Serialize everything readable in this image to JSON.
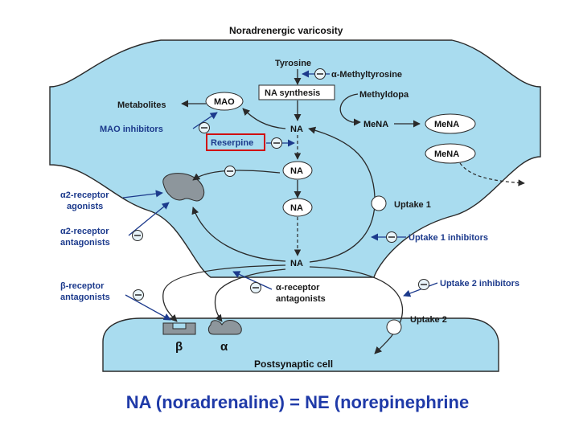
{
  "diagram": {
    "title": "Noradrenergic varicosity",
    "postsynaptic_label": "Postsynaptic cell",
    "tyrosine": "Tyrosine",
    "methyltyrosine": "α-Methyltyrosine",
    "methyldopa": "Methyldopa",
    "na_synthesis": "NA synthesis",
    "metabolites": "Metabolites",
    "mao": "MAO",
    "mao_inhibitors": "MAO inhibitors",
    "na": "NA",
    "mena": "MeNA",
    "reserpine": "Reserpine",
    "a2_agonists_l1": "α2-receptor",
    "a2_agonists_l2": "agonists",
    "a2_antagonists_l1": "α2-receptor",
    "a2_antagonists_l2": "antagonists",
    "b_antagonists_l1": "β-receptor",
    "b_antagonists_l2": "antagonists",
    "a_antagonists_l1": "α-receptor",
    "a_antagonists_l2": "antagonists",
    "uptake1": "Uptake 1",
    "uptake1_inhibitors": "Uptake 1 inhibitors",
    "uptake2": "Uptake 2",
    "uptake2_inhibitors": "Uptake 2 inhibitors",
    "beta": "β",
    "alpha": "α",
    "inhibit_sign": "−"
  },
  "caption": "NA (noradrenaline) = NE (norepinephrine",
  "colors": {
    "cell_fill": "#a9dcef",
    "arrow": "#2a2a2a",
    "blue_arrow": "#1c3a8c",
    "highlight_box": "#d01010",
    "caption_text": "#1f3aa8"
  }
}
